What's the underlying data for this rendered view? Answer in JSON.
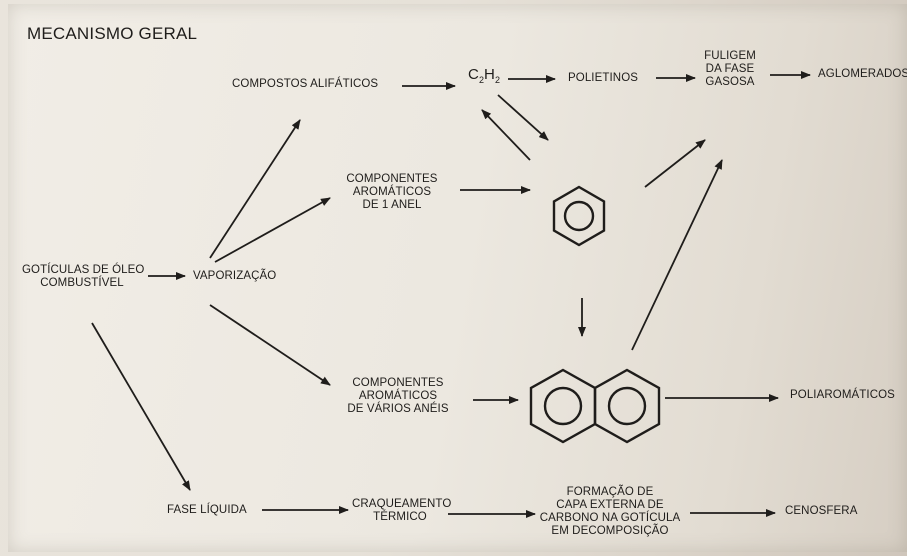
{
  "title": "MECANISMO GERAL",
  "nodes": {
    "goticulas_l1": "GOTÍCULAS DE ÓLEO",
    "goticulas_l2": "COMBUSTÍVEL",
    "vaporizacao": "VAPORIZAÇÃO",
    "alifaticos": "COMPOSTOS ALIFÁTICOS",
    "c2h2_c": "C",
    "c2h2_s1": "2",
    "c2h2_h": "H",
    "c2h2_s2": "2",
    "polietinos": "POLIETINOS",
    "fuligem_l1": "FULIGEM",
    "fuligem_l2": "DA FASE",
    "fuligem_l3": "GASOSA",
    "aglomerados": "AGLOMERADOS",
    "arom1_l1": "COMPONENTES",
    "arom1_l2": "AROMÁTICOS",
    "arom1_l3": "DE 1 ANEL",
    "aromv_l1": "COMPONENTES",
    "aromv_l2": "AROMÁTICOS",
    "aromv_l3": "DE VÁRIOS ANÉIS",
    "poliaromaticos": "POLIAROMÁTICOS",
    "fase_liquida": "FASE LÍQUIDA",
    "craq_l1": "CRAQUEAMENTO",
    "craq_l2": "TÉRMICO",
    "form_l1": "FORMAÇÃO DE",
    "form_l2": "CAPA EXTERNA DE",
    "form_l3": "CARBONO NA GOTÍCULA",
    "form_l4": "EM DECOMPOSIÇÃO",
    "cenosfera": "CENOSFERA"
  },
  "structures": [
    "benzene-ring-icon",
    "naphthalene-rings-icon"
  ],
  "colors": {
    "ink": "#1f1d1b",
    "paper": "#ece8e0"
  }
}
